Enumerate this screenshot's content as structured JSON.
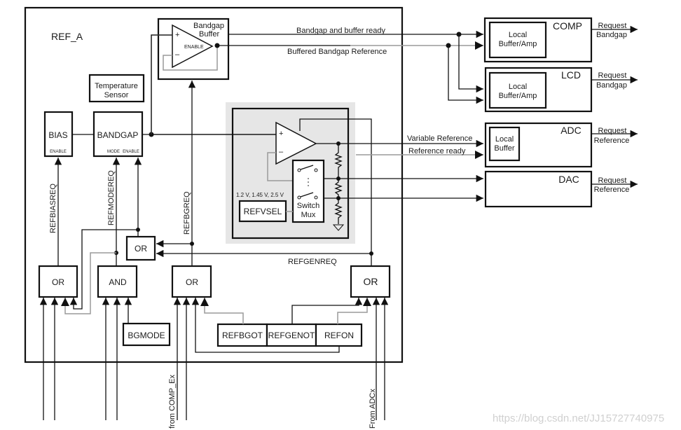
{
  "module": {
    "title": "REF_A"
  },
  "blocks": {
    "bandgap_buffer": {
      "line1": "Bandgap",
      "line2": "Buffer",
      "enable": "ENABLE",
      "plus": "+",
      "minus": "–"
    },
    "temperature_sensor": {
      "line1": "Temperature",
      "line2": "Sensor"
    },
    "bias": {
      "label": "BIAS",
      "enable": "ENABLE"
    },
    "bandgap": {
      "label": "BANDGAP",
      "mode": "MODE",
      "enable": "ENABLE"
    },
    "ref_amp": {
      "plus": "+",
      "minus": "–"
    },
    "refvsel": {
      "label": "REFVSEL",
      "voltages": "1.2 V, 1.45 V, 2.5 V"
    },
    "switch_mux": {
      "line1": "Switch",
      "line2": "Mux"
    },
    "or_small": {
      "label": "OR"
    },
    "or_bias": {
      "label": "OR"
    },
    "and_mode": {
      "label": "AND"
    },
    "or_bg": {
      "label": "OR"
    },
    "or_gen": {
      "label": "OR"
    },
    "bgmode": {
      "label": "BGMODE"
    },
    "refbgot": {
      "label": "REFBGOT"
    },
    "refgenot": {
      "label": "REFGENOT"
    },
    "refon": {
      "label": "REFON"
    }
  },
  "signals": {
    "bandgap_buffer_ready": "Bandgap and buffer ready",
    "buffered_bandgap_reference": "Buffered Bandgap Reference",
    "variable_reference": "Variable Reference",
    "reference_ready": "Reference ready",
    "refbiasreq": "REFBIASREQ",
    "refmodereq": "REFMODEREQ",
    "refbgreq": "REFBGREQ",
    "refgenreq": "REFGENREQ",
    "from_comp": "from COMP_Ex",
    "from_adc": "From ADCx"
  },
  "peripherals": [
    {
      "name": "COMP",
      "inner": [
        "Local",
        "Buffer/Amp"
      ],
      "request": [
        "Request",
        "Bandgap"
      ]
    },
    {
      "name": "LCD",
      "inner": [
        "Local",
        "Buffer/Amp"
      ],
      "request": [
        "Request",
        "Bandgap"
      ]
    },
    {
      "name": "ADC",
      "inner": [
        "Local",
        "Buffer"
      ],
      "request": [
        "Request",
        "Reference"
      ]
    },
    {
      "name": "DAC",
      "inner": [],
      "request": [
        "Request",
        "Reference"
      ]
    }
  ],
  "watermark": "https://blog.csdn.net/JJ15727740975"
}
